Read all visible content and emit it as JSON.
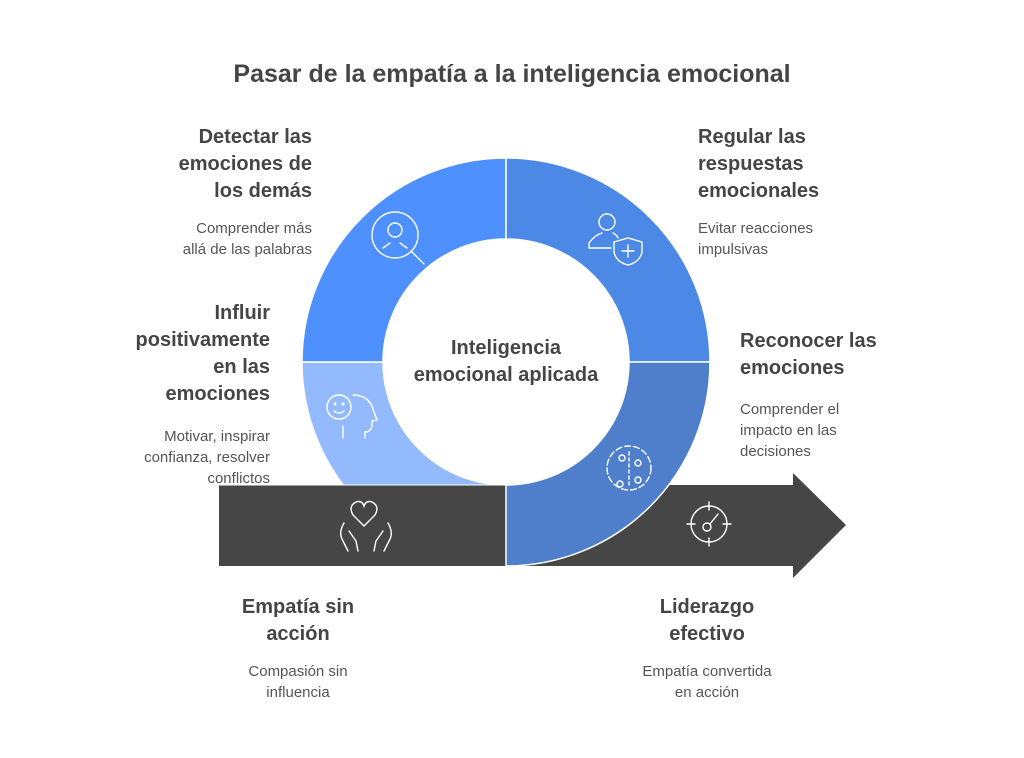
{
  "title": "Pasar de la empatía a la inteligencia emocional",
  "center": {
    "line1": "Inteligencia",
    "line2": "emocional aplicada"
  },
  "colors": {
    "top_left": "#4d90fe",
    "top_right": "#4c88e6",
    "bottom_right": "#4f7fcb",
    "bottom_left": "#93bafc",
    "arrow": "#464646"
  },
  "segments": [
    {
      "title": [
        "Detectar las",
        "emociones de",
        "los demás"
      ],
      "desc": [
        "Comprender más",
        "allá de las palabras"
      ],
      "icon": "person-search-icon"
    },
    {
      "title": [
        "Regular las",
        "respuestas",
        "emocionales"
      ],
      "desc": [
        "Evitar reacciones",
        "impulsivas"
      ],
      "icon": "person-shield-icon"
    },
    {
      "title": [
        "Reconocer las",
        "emociones"
      ],
      "desc": [
        "Comprender el",
        "impacto en las",
        "decisiones"
      ],
      "icon": "brain-icon"
    },
    {
      "title": [
        "Influir",
        "positivamente",
        "en las",
        "emociones"
      ],
      "desc": [
        "Motivar, inspirar",
        "confianza, resolver",
        "conflictos"
      ],
      "icon": "smiling-head-icon"
    }
  ],
  "arrow": [
    {
      "title": [
        "Empatía sin",
        "acción"
      ],
      "desc": [
        "Compasión sin",
        "influencia"
      ],
      "icon": "heart-hands-icon"
    },
    {
      "title": [
        "Liderazgo",
        "efectivo"
      ],
      "desc": [
        "Empatía convertida",
        "en acción"
      ],
      "icon": "target-icon"
    }
  ]
}
